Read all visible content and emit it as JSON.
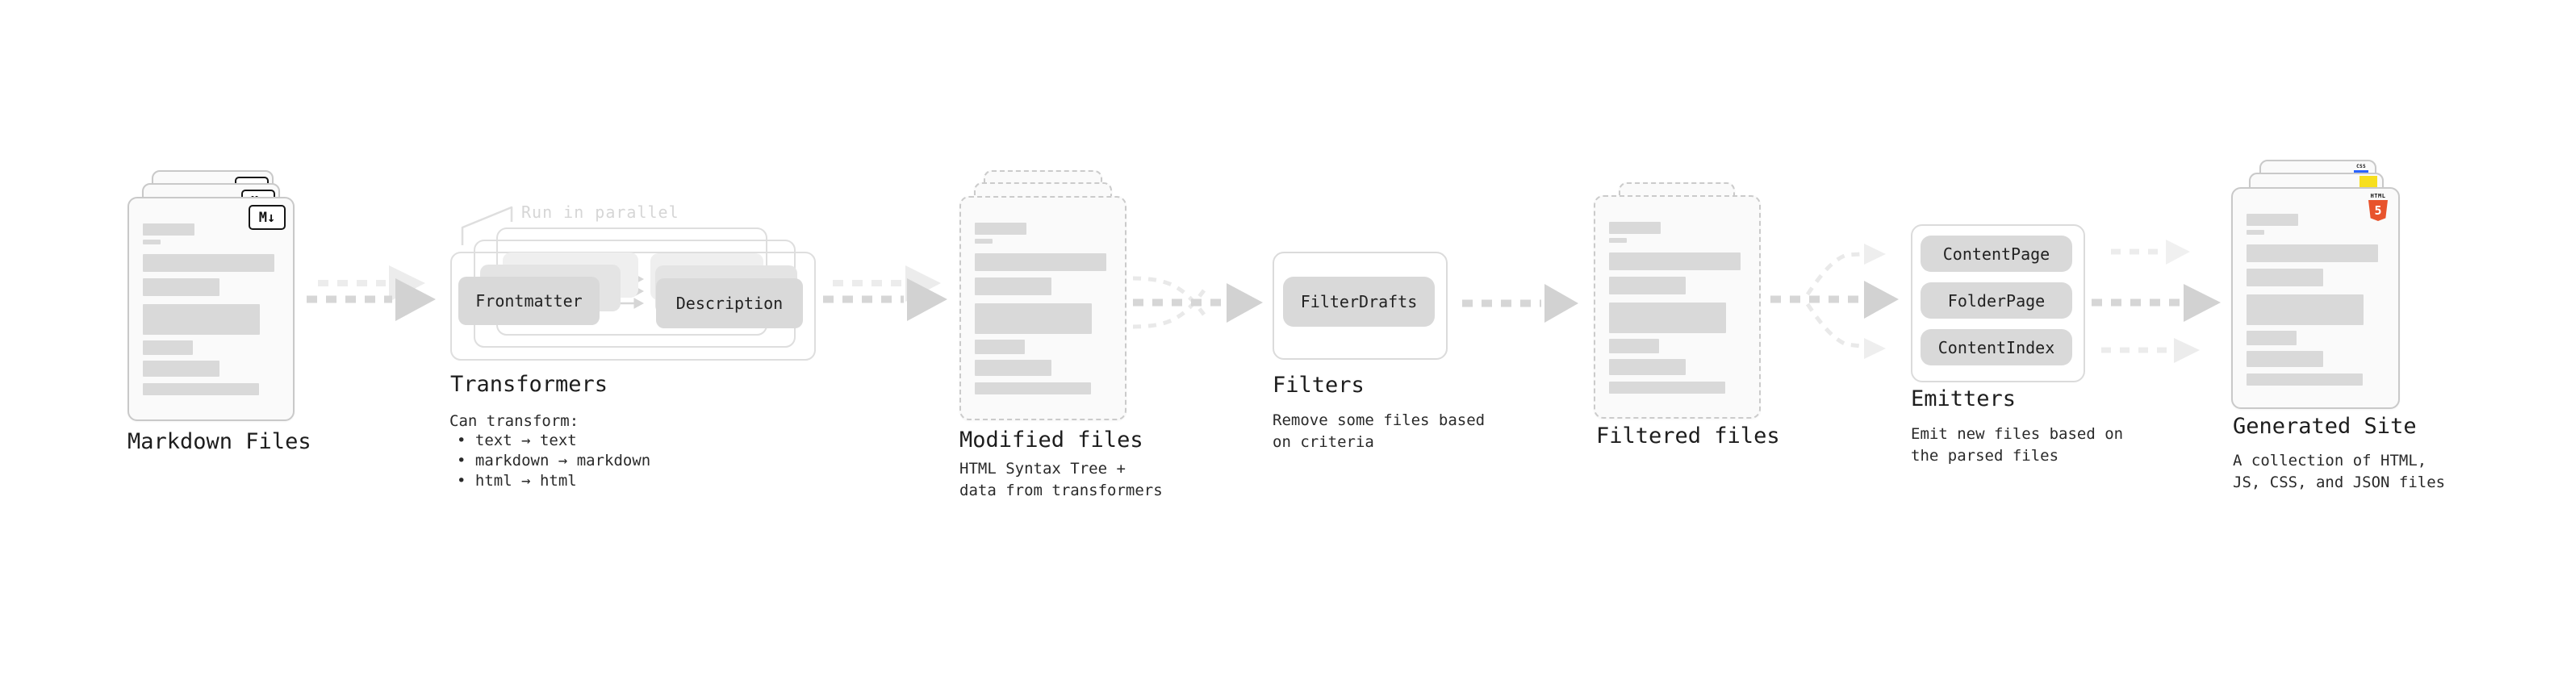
{
  "diagram": {
    "markdown_files": {
      "title": "Markdown Files"
    },
    "transformers": {
      "annotation": "Run in parallel",
      "frontmatter_label": "Frontmatter",
      "description_label": "Description",
      "title": "Transformers",
      "body_heading": "Can transform:",
      "bullets": [
        "• text → text",
        "• markdown → markdown",
        "• html → html"
      ]
    },
    "modified_files": {
      "title": "Modified files",
      "subtitle": [
        "HTML Syntax Tree +",
        "data from transformers"
      ]
    },
    "filters": {
      "filter_label": "FilterDrafts",
      "title": "Filters",
      "subtitle": [
        "Remove some files based",
        "on criteria"
      ]
    },
    "filtered_files": {
      "title": "Filtered files"
    },
    "emitters": {
      "buttons": [
        "ContentPage",
        "FolderPage",
        "ContentIndex"
      ],
      "title": "Emitters",
      "subtitle": [
        "Emit new files based on",
        "the parsed files"
      ]
    },
    "generated_site": {
      "title": "Generated Site",
      "subtitle": [
        "A collection of HTML,",
        "JS, CSS, and JSON files"
      ]
    },
    "icons": {
      "markdown": "M↓",
      "html5_label": "HTML",
      "html5_numeral": "5",
      "css_label": "CSS"
    },
    "colors": {
      "box_gray": "#d9d9d9",
      "arrow": "#d6d6d6",
      "html5_orange": "#e8532c",
      "js_yellow": "#f7df1e",
      "css_blue": "#2962ff",
      "ink": "#1d1d1d"
    }
  }
}
